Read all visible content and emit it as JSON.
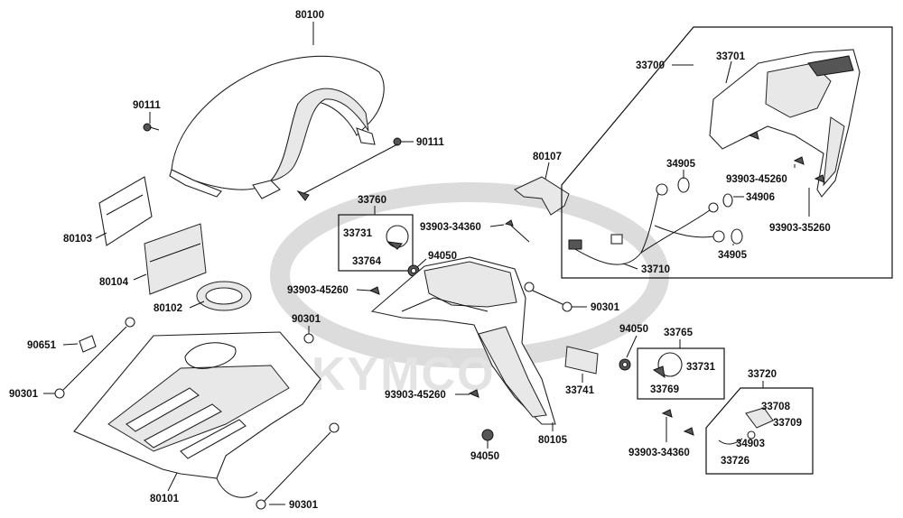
{
  "watermark": {
    "text": "KYMCO"
  },
  "callouts": {
    "c80100": "80100",
    "c90111a": "90111",
    "c90111b": "90111",
    "c80103": "80103",
    "c80104": "80104",
    "c80102": "80102",
    "c90651": "90651",
    "c90301a": "90301",
    "c90301b": "90301",
    "c80101": "80101",
    "c90301c": "90301",
    "c33760": "33760",
    "c33731a": "33731",
    "c33764": "33764",
    "c93903_34360a": "93903-34360",
    "c94050a": "94050",
    "c80107": "80107",
    "c93903_45260a": "93903-45260",
    "c90301d": "90301",
    "c33741": "33741",
    "c93903_45260b": "93903-45260",
    "c94050b": "94050",
    "c80105": "80105",
    "c33700": "33700",
    "c33701": "33701",
    "c34905a": "34905",
    "c93903_45260c": "93903-45260",
    "c34906": "34906",
    "c93903_35260": "93903-35260",
    "c34905b": "34905",
    "c33710": "33710",
    "c94050c": "94050",
    "c33765": "33765",
    "c33731b": "33731",
    "c33769": "33769",
    "c33720": "33720",
    "c33708": "33708",
    "c33709": "33709",
    "c34903": "34903",
    "c33726": "33726",
    "c93903_34360b": "93903-34360"
  }
}
